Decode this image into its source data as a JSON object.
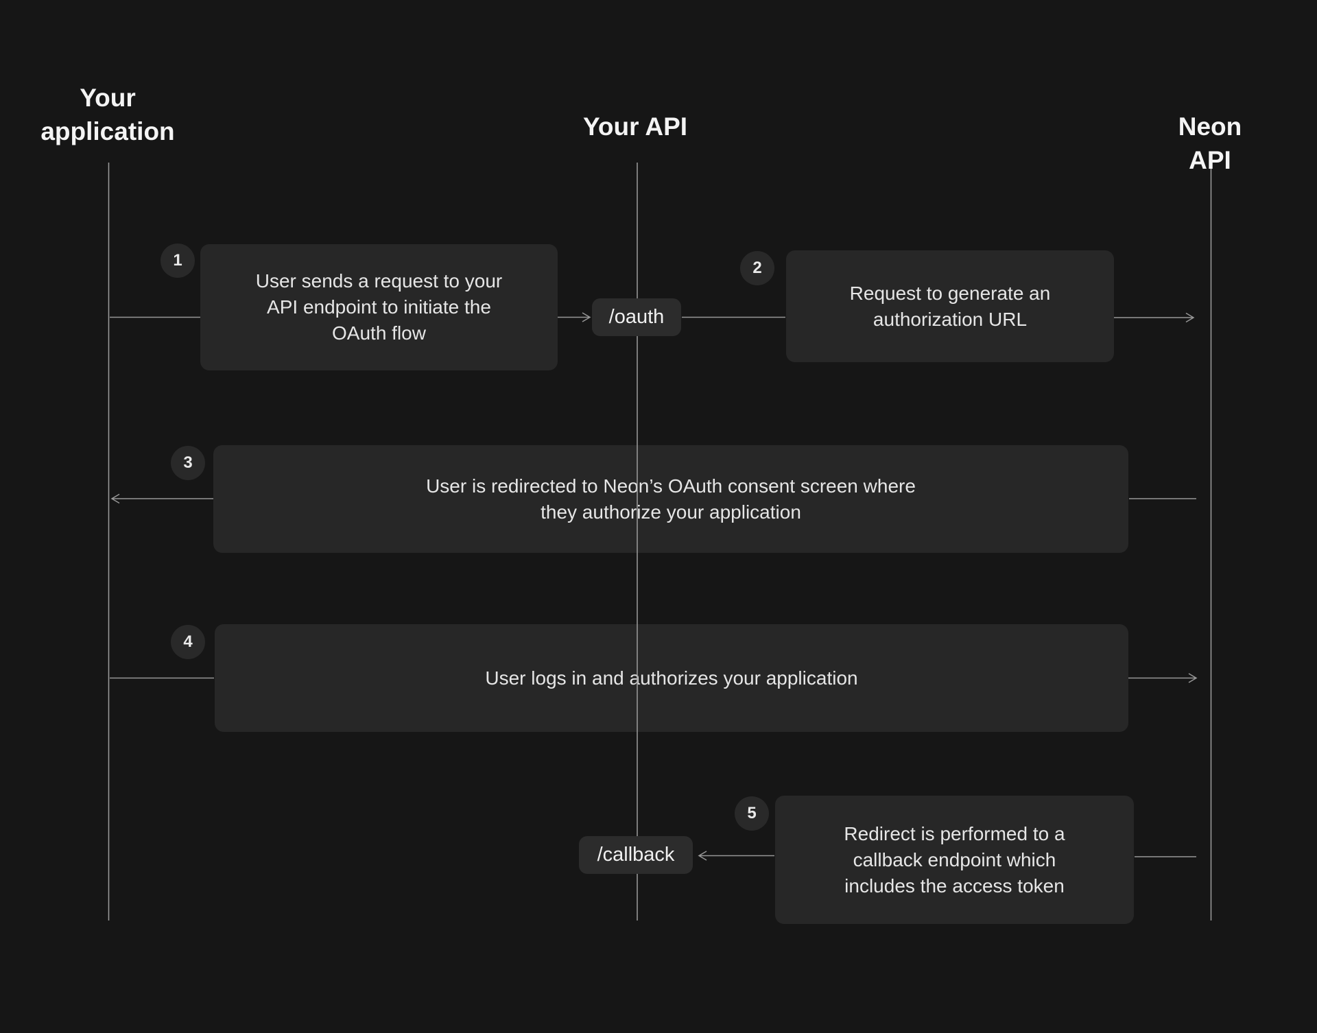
{
  "diagram": {
    "lanes": [
      {
        "label": "Your\napplication"
      },
      {
        "label": "Your API"
      },
      {
        "label": "Neon API"
      }
    ],
    "endpoints": {
      "oauth": "/oauth",
      "callback": "/callback"
    },
    "steps": [
      {
        "number": "1",
        "text": "User sends a request to your\nAPI endpoint to initiate the\nOAuth flow"
      },
      {
        "number": "2",
        "text": "Request to generate an\nauthorization URL"
      },
      {
        "number": "3",
        "text": "User is redirected to Neon’s OAuth consent screen where\nthey authorize your application"
      },
      {
        "number": "4",
        "text": "User logs in and authorizes your application"
      },
      {
        "number": "5",
        "text": "Redirect is performed to a\ncallback endpoint which\nincludes the access token"
      }
    ],
    "colors": {
      "background": "#161616",
      "box": "#272727",
      "pill": "#2c2c2c",
      "circle": "#292929",
      "line": "#979797",
      "text": "#e6e6e6",
      "heading": "#f4f4f4"
    }
  }
}
